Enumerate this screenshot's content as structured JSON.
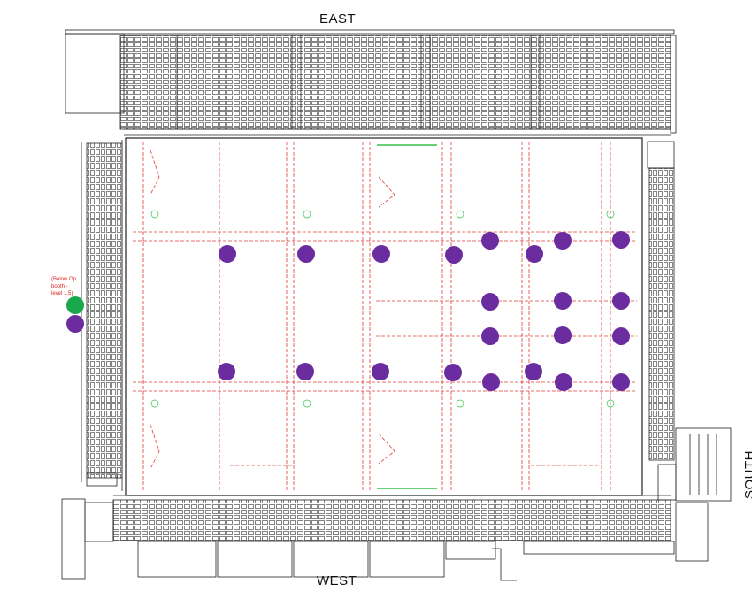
{
  "labels": {
    "east": "EAST",
    "west": "WEST",
    "south": "SOUTH"
  },
  "note": {
    "line1": "(Below Op",
    "line2": "booth -",
    "line3": "level 1.5)"
  },
  "colors": {
    "rigging_point": "#6a2c9e",
    "booth_point": "#1aa84e",
    "floor_grid": "#e23b3b",
    "structure": "#222222",
    "stage_edge": "#35c24a"
  },
  "legend_icons": [
    "purple-circle-icon",
    "green-circle-icon"
  ]
}
